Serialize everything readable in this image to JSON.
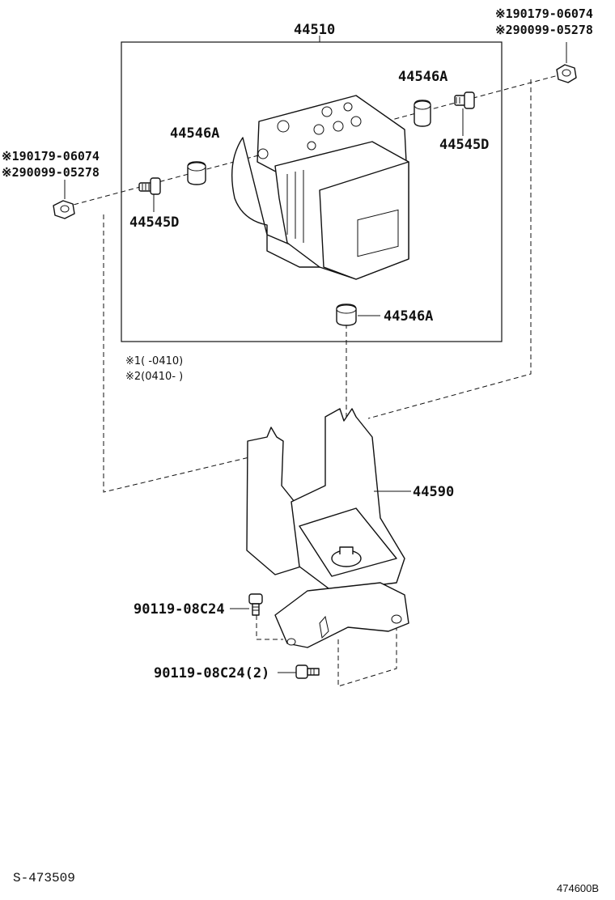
{
  "callouts": {
    "assembly": "44510",
    "spacer_upper": "44546A",
    "spacer_left": "44546A",
    "spacer_bottom": "44546A",
    "bolt_right": "44545D",
    "bolt_left": "44545D",
    "bracket": "44590",
    "screw_upper": "90119-08C24",
    "screw_lower": "90119-08C24(2)"
  },
  "alt_parts_right": {
    "line1": "※190179-06074",
    "line2": "※290099-05278"
  },
  "alt_parts_left": {
    "line1": "※190179-06074",
    "line2": "※290099-05278"
  },
  "notes": {
    "note1": "※1(      -0410)",
    "note2": "※2(0410-      )"
  },
  "footer": {
    "sheet_code": "S-473509",
    "figure_code": "474600B"
  }
}
